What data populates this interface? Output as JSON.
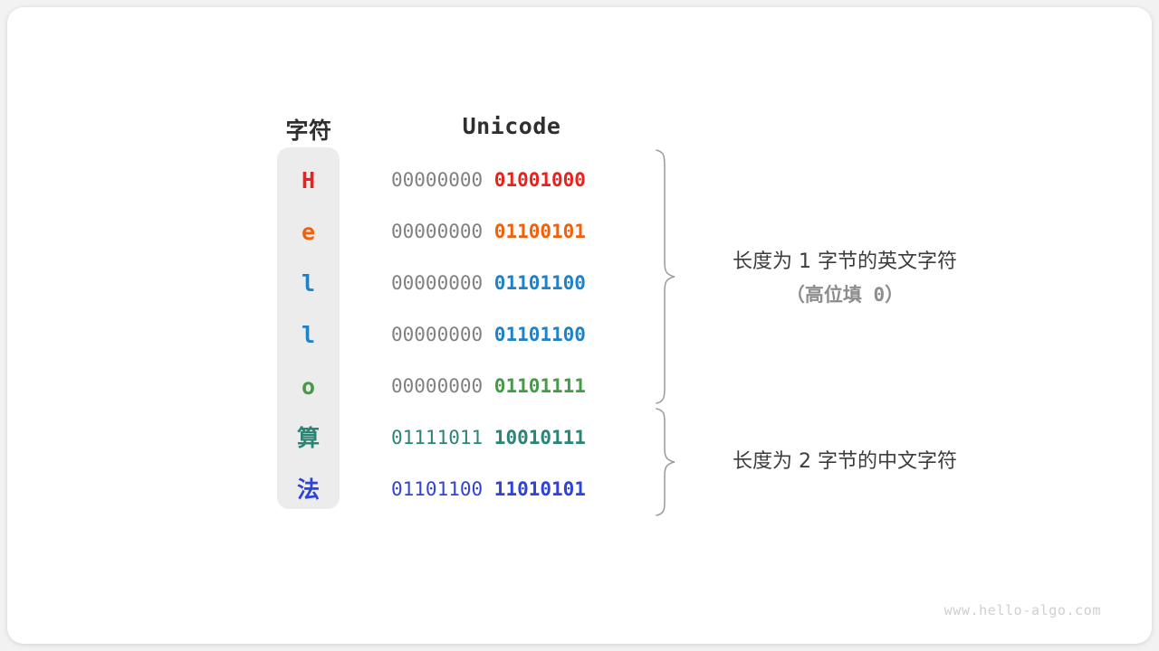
{
  "figure": {
    "headers": {
      "char": "字符",
      "unicode": "Unicode"
    },
    "rows": [
      {
        "char": "H",
        "char_color": "#e8231c",
        "high": "00000000 ",
        "low": "01001000",
        "high_color": "#808080",
        "low_color": "#e8231c",
        "cjk": false
      },
      {
        "char": "e",
        "char_color": "#f1600d",
        "high": "00000000 ",
        "low": "01100101",
        "high_color": "#808080",
        "low_color": "#f1600d",
        "cjk": false
      },
      {
        "char": "l",
        "char_color": "#1f82c8",
        "high": "00000000 ",
        "low": "01101100",
        "high_color": "#808080",
        "low_color": "#1f82c8",
        "cjk": false
      },
      {
        "char": "l",
        "char_color": "#1f82c8",
        "high": "00000000 ",
        "low": "01101100",
        "high_color": "#808080",
        "low_color": "#1f82c8",
        "cjk": false
      },
      {
        "char": "o",
        "char_color": "#459a47",
        "high": "00000000 ",
        "low": "01101111",
        "high_color": "#808080",
        "low_color": "#459a47",
        "cjk": false
      },
      {
        "char": "算",
        "char_color": "#2b8577",
        "high": "01111011 ",
        "low": "10010111",
        "high_color": "#2b8577",
        "low_color": "#2b8577",
        "cjk": true
      },
      {
        "char": "法",
        "char_color": "#2f43d8",
        "high": "01101100 ",
        "low": "11010101",
        "high_color": "#2f43d8",
        "low_color": "#2f43d8",
        "cjk": true
      }
    ],
    "annotations": [
      {
        "main": "长度为 1 字节的英文字符",
        "sub": "（高位填 0）"
      },
      {
        "main": "长度为 2 字节的中文字符",
        "sub": ""
      }
    ],
    "watermark": "www.hello-algo.com",
    "colors": {
      "capsule": "#ececec",
      "card": "#ffffff",
      "page": "#f2f2f2",
      "brace": "#9e9e9e",
      "gray_bits": "#808080",
      "annotation_text": "#3c3c3c",
      "annotation_sub": "#8d8d8d",
      "watermark": "#cfcfcf"
    }
  }
}
